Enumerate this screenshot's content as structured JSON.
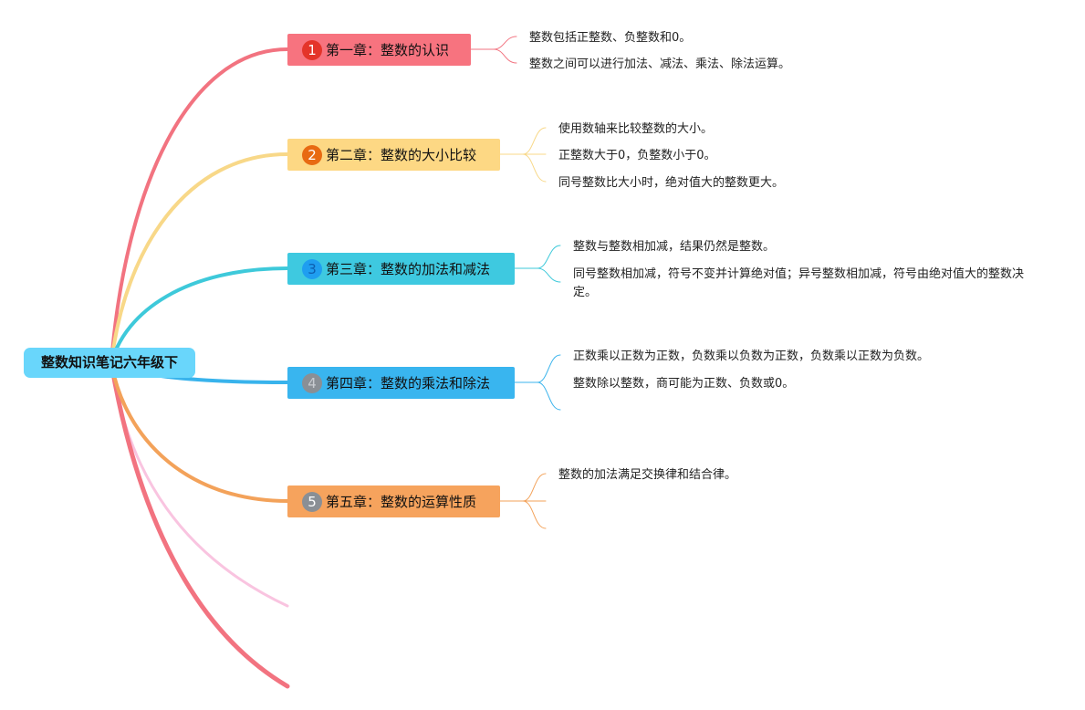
{
  "root": {
    "label": "整数知识笔记六年级下",
    "color": "#69d6fb"
  },
  "branches": [
    {
      "number": "1",
      "label": "第一章：整数的认识",
      "box_color": "#f7737f",
      "badge_color": "#e4342a",
      "badge_text_color": "#ffffff",
      "line_color": "#f27380",
      "leaves": [
        "整数包括正整数、负整数和0。",
        "整数之间可以进行加法、减法、乘法、除法运算。"
      ]
    },
    {
      "number": "2",
      "label": "第二章：整数的大小比较",
      "box_color": "#fdd884",
      "badge_color": "#e86a12",
      "badge_text_color": "#ffffff",
      "line_color": "#f8d888",
      "leaves": [
        "使用数轴来比较整数的大小。",
        "正整数大于0，负整数小于0。",
        "同号整数比大小时，绝对值大的整数更大。"
      ]
    },
    {
      "number": "3",
      "label": "第三章：整数的加法和减法",
      "box_color": "#3ec9e0",
      "badge_color": "#1f9ef0",
      "badge_text_color": "#0d5fb0",
      "line_color": "#3ec9da",
      "leaves": [
        "整数与整数相加减，结果仍然是整数。",
        "同号整数相加减，符号不变并计算绝对值；异号整数相加减，符号由绝对值大的整数决定。"
      ]
    },
    {
      "number": "4",
      "label": "第四章：整数的乘法和除法",
      "box_color": "#39b5ef",
      "badge_color": "#8a8f95",
      "badge_text_color": "#c8cbd0",
      "line_color": "#38b3ec",
      "leaves": [
        "正数乘以正数为正数，负数乘以负数为正数，负数乘以正数为负数。",
        "整数除以整数，商可能为正数、负数或0。"
      ]
    },
    {
      "number": "5",
      "label": "第五章：整数的运算性质",
      "box_color": "#f6a35d",
      "badge_color": "#8a8f95",
      "badge_text_color": "#ffffff",
      "line_color": "#f3a25a",
      "leaves": [
        "整数的加法满足交换律和结合律。"
      ]
    }
  ],
  "extra_line_colors": [
    "#f9c4e0",
    "#f27380"
  ]
}
